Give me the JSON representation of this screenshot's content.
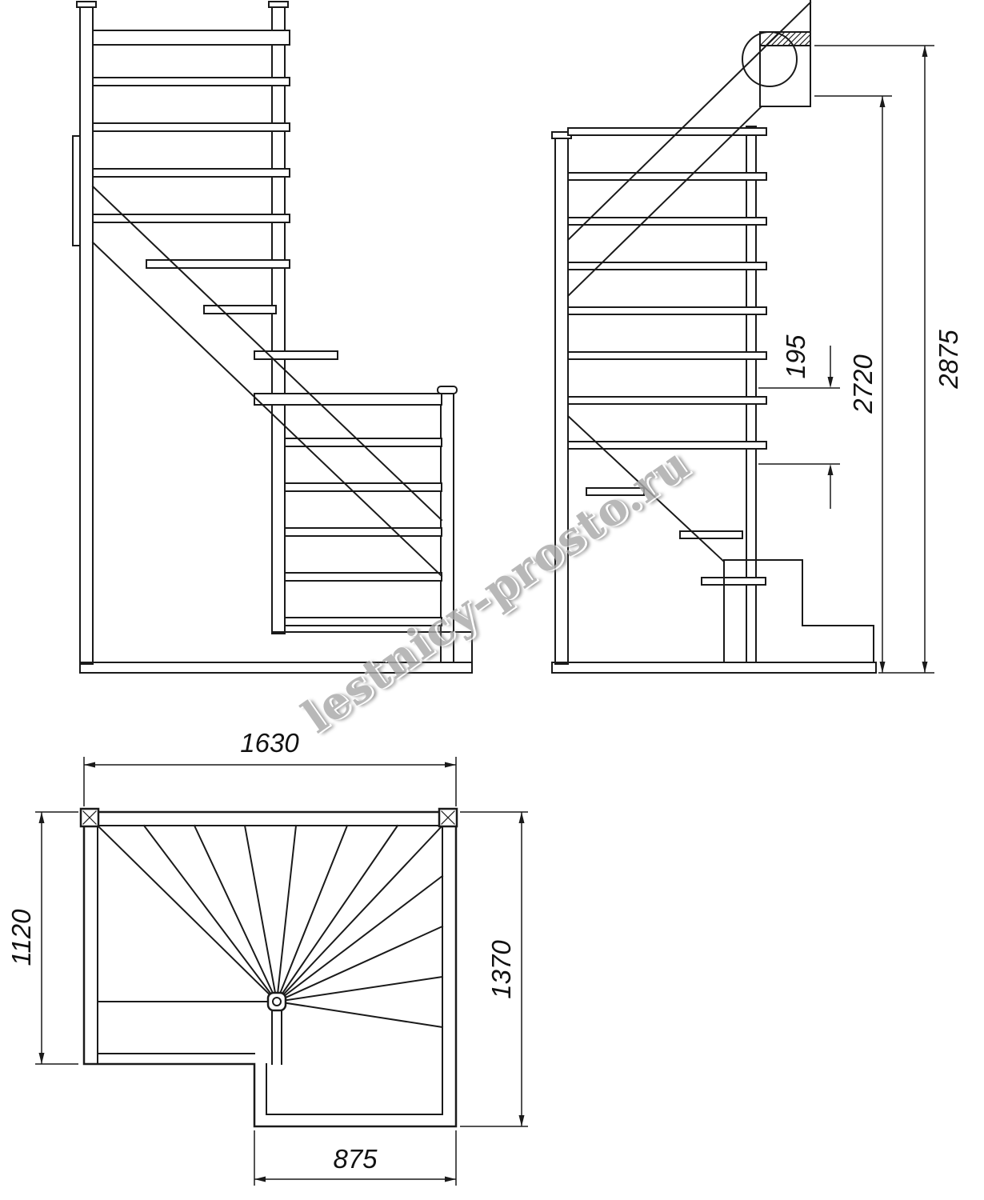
{
  "watermark": "lestnicy-prosto.ru",
  "dimensions": {
    "riser_height": "195",
    "stair_height": "2720",
    "total_height": "2875",
    "plan_width_top": "1630",
    "plan_depth_left": "1120",
    "plan_depth_right": "1370",
    "plan_width_bottom": "875"
  }
}
